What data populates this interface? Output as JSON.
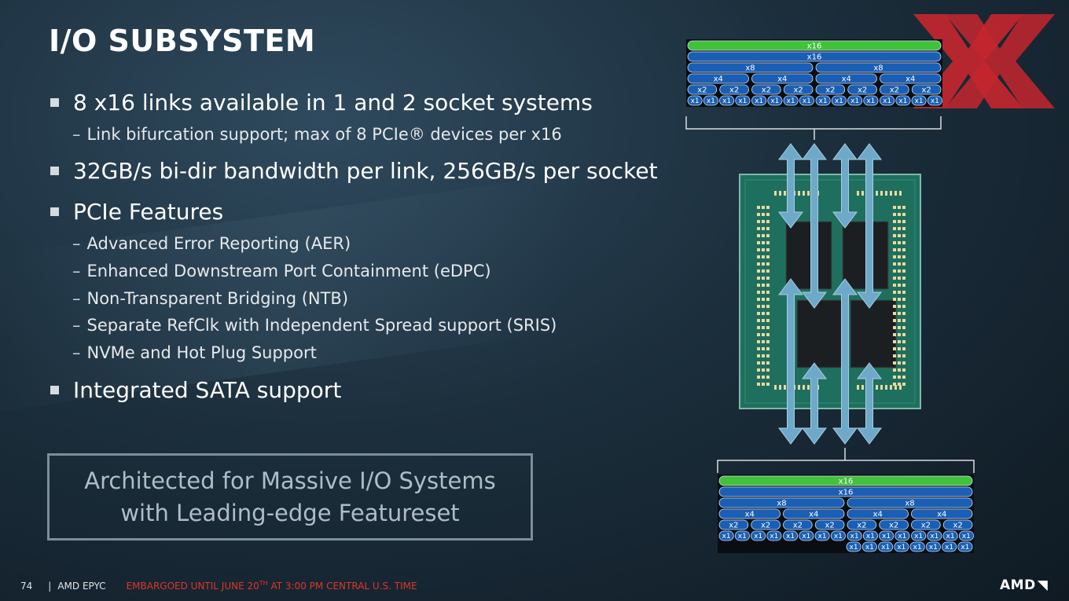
{
  "title": "I/O SUBSYSTEM",
  "bullets": [
    {
      "text": "8 x16 links available in 1 and 2 socket systems",
      "subs": [
        "Link bifurcation support; max of 8 PCIe® devices per x16"
      ]
    },
    {
      "text": "32GB/s bi-dir bandwidth per link, 256GB/s per socket",
      "subs": []
    },
    {
      "text": "PCIe Features",
      "subs": [
        "Advanced Error Reporting (AER)",
        "Enhanced Downstream Port Containment (eDPC)",
        "Non-Transparent Bridging (NTB)",
        "Separate RefClk with Independent Spread support (SRIS)",
        "NVMe and Hot Plug Support"
      ]
    },
    {
      "text": "Integrated SATA support",
      "subs": []
    }
  ],
  "sub_dash": "–",
  "callout": {
    "line1": "Architected for Massive I/O Systems",
    "line2": "with Leading-edge Featureset"
  },
  "footer": {
    "page": "74",
    "separator": "|",
    "brand": "AMD EPYC",
    "embargo_prefix": "EMBARGOED UNTIL JUNE  20",
    "embargo_sup": "TH",
    "embargo_suffix": " AT 3:00 PM CENTRAL U.S. TIME"
  },
  "logo": "AMD",
  "diagram": {
    "lanes": {
      "x16": "x16",
      "x8": "x8",
      "x4": "x4",
      "x2": "x2",
      "x1": "x1"
    },
    "colors": {
      "green": "#41c23a",
      "blue": "#1a5fb5",
      "package": "#1f6f5e",
      "arrow": "#6fa9c9",
      "watermark": "#c6262e"
    }
  }
}
